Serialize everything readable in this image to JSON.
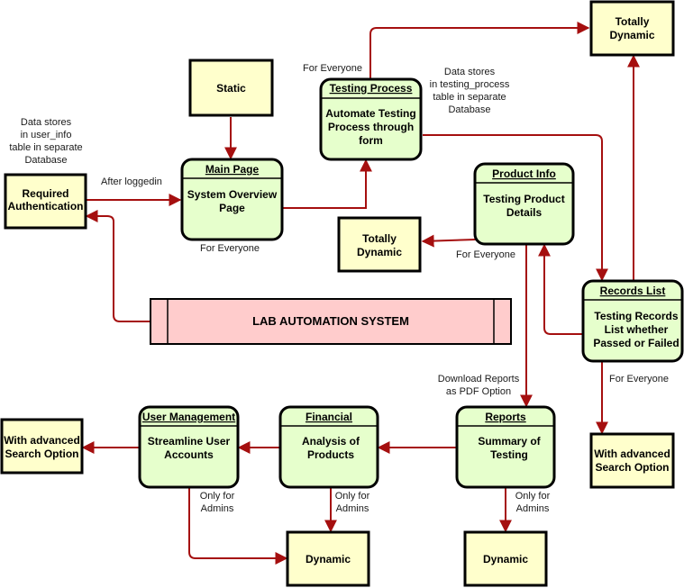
{
  "processes": {
    "main_page": {
      "title": "Main Page",
      "body": [
        "System Overview",
        "Page"
      ]
    },
    "testing_process": {
      "title": "Testing Process",
      "body": [
        "Automate Testing",
        "Process through",
        "form"
      ]
    },
    "product_info": {
      "title": "Product Info",
      "body": [
        "Testing Product",
        "Details"
      ]
    },
    "records_list": {
      "title": "Records List",
      "body": [
        "Testing Records",
        "List whether",
        "Passed or Failed"
      ]
    },
    "reports": {
      "title": "Reports",
      "body": [
        "Summary of",
        "Testing"
      ]
    },
    "financial": {
      "title": "Financial",
      "body": [
        "Analysis of",
        "Products"
      ]
    },
    "user_management": {
      "title": "User Management",
      "body": [
        "Streamline User",
        "Accounts"
      ]
    }
  },
  "stores": {
    "static": [
      "Static"
    ],
    "required_auth": [
      "Required",
      "Authentication"
    ],
    "totally_dynamic_top": [
      "Totally",
      "Dynamic"
    ],
    "totally_dynamic_mid": [
      "Totally",
      "Dynamic"
    ],
    "adv_search_right": [
      "With advanced",
      "Search Option"
    ],
    "adv_search_left": [
      "With advanced",
      "Search Option"
    ],
    "dynamic_reports": [
      "Dynamic"
    ],
    "dynamic_financial": [
      "Dynamic"
    ]
  },
  "system_bar": {
    "label": "LAB AUTOMATION SYSTEM"
  },
  "annotations": {
    "user_info_note": [
      "Data stores",
      "in user_info",
      "table in separate",
      "Database"
    ],
    "testing_process_note": [
      "Data stores",
      "in testing_process",
      "table in separate",
      "Database"
    ],
    "after_loggedin": "After loggedin",
    "for_everyone_testing": "For Everyone",
    "for_everyone_main": "For Everyone",
    "for_everyone_product": "For Everyone",
    "for_everyone_records": "For Everyone",
    "download_reports": [
      "Download Reports",
      "as PDF Option"
    ],
    "only_admins_reports": [
      "Only for",
      "Admins"
    ],
    "only_admins_financial": [
      "Only for",
      "Admins"
    ],
    "only_admins_user": [
      "Only for",
      "Admins"
    ]
  },
  "colors": {
    "store_fill": "#ffffcc",
    "process_fill": "#e6ffcc",
    "system_bar_fill": "#ffcccc",
    "arrow": "#a50f0f"
  }
}
